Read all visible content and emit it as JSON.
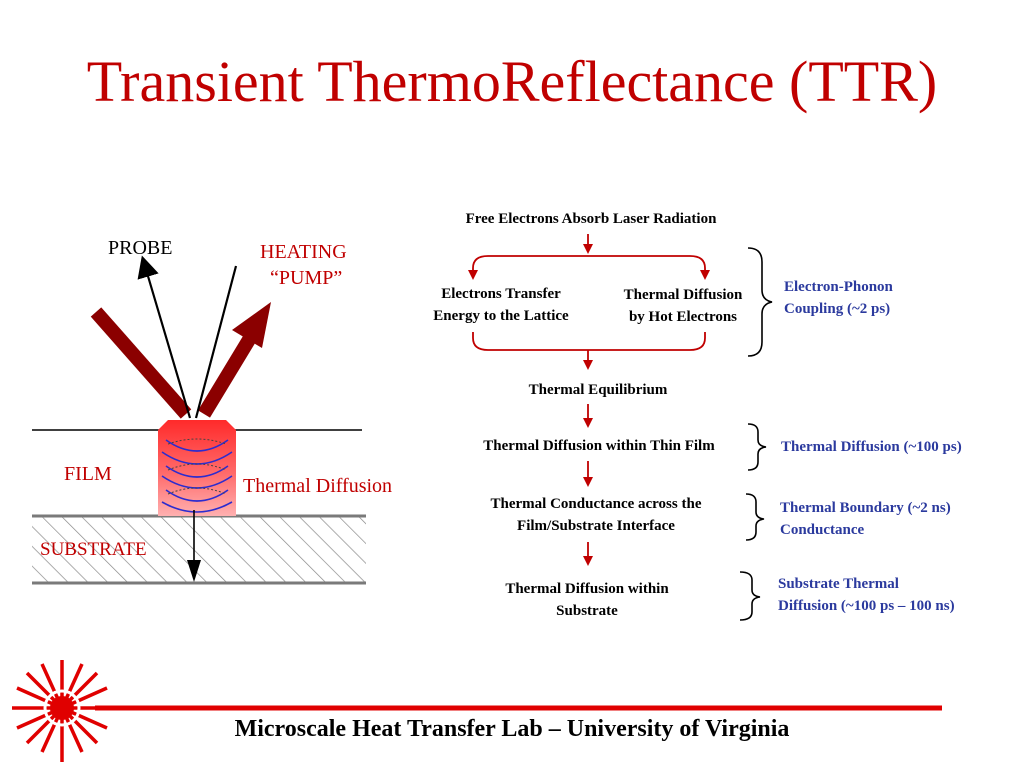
{
  "title": "Transient ThermoReflectance (TTR)",
  "schematic": {
    "probe_label": "PROBE",
    "heating_label_line1": "HEATING",
    "heating_label_line2": "“PUMP”",
    "film_label": "FILM",
    "substrate_label": "SUBSTRATE",
    "diffusion_label": "Thermal Diffusion"
  },
  "flow": {
    "step1": "Free Electrons Absorb Laser Radiation",
    "branch_left_line1": "Electrons Transfer",
    "branch_left_line2": "Energy to the Lattice",
    "branch_right_line1": "Thermal Diffusion",
    "branch_right_line2": "by Hot Electrons",
    "step2": "Thermal Equilibrium",
    "step3": "Thermal Diffusion within Thin Film",
    "step4_line1": "Thermal Conductance across the",
    "step4_line2": "Film/Substrate Interface",
    "step5_line1": "Thermal Diffusion within",
    "step5_line2": "Substrate"
  },
  "timescales": {
    "electron_phonon_line1": "Electron-Phonon",
    "electron_phonon_line2": "Coupling (~2 ps)",
    "thin_film": "Thermal Diffusion (~100 ps)",
    "boundary_line1": "Thermal Boundary (~2 ns)",
    "boundary_line2": "Conductance",
    "substrate_line1": "Substrate Thermal",
    "substrate_line2": "Diffusion (~100 ps – 100 ns)"
  },
  "footer": "Microscale Heat Transfer Lab – University of Virginia",
  "colors": {
    "title": "#c00000",
    "arrow_red": "#c00000",
    "beam": "#8b0000",
    "timescale_text": "#2b3a9e",
    "footer_rule": "#e00000"
  }
}
